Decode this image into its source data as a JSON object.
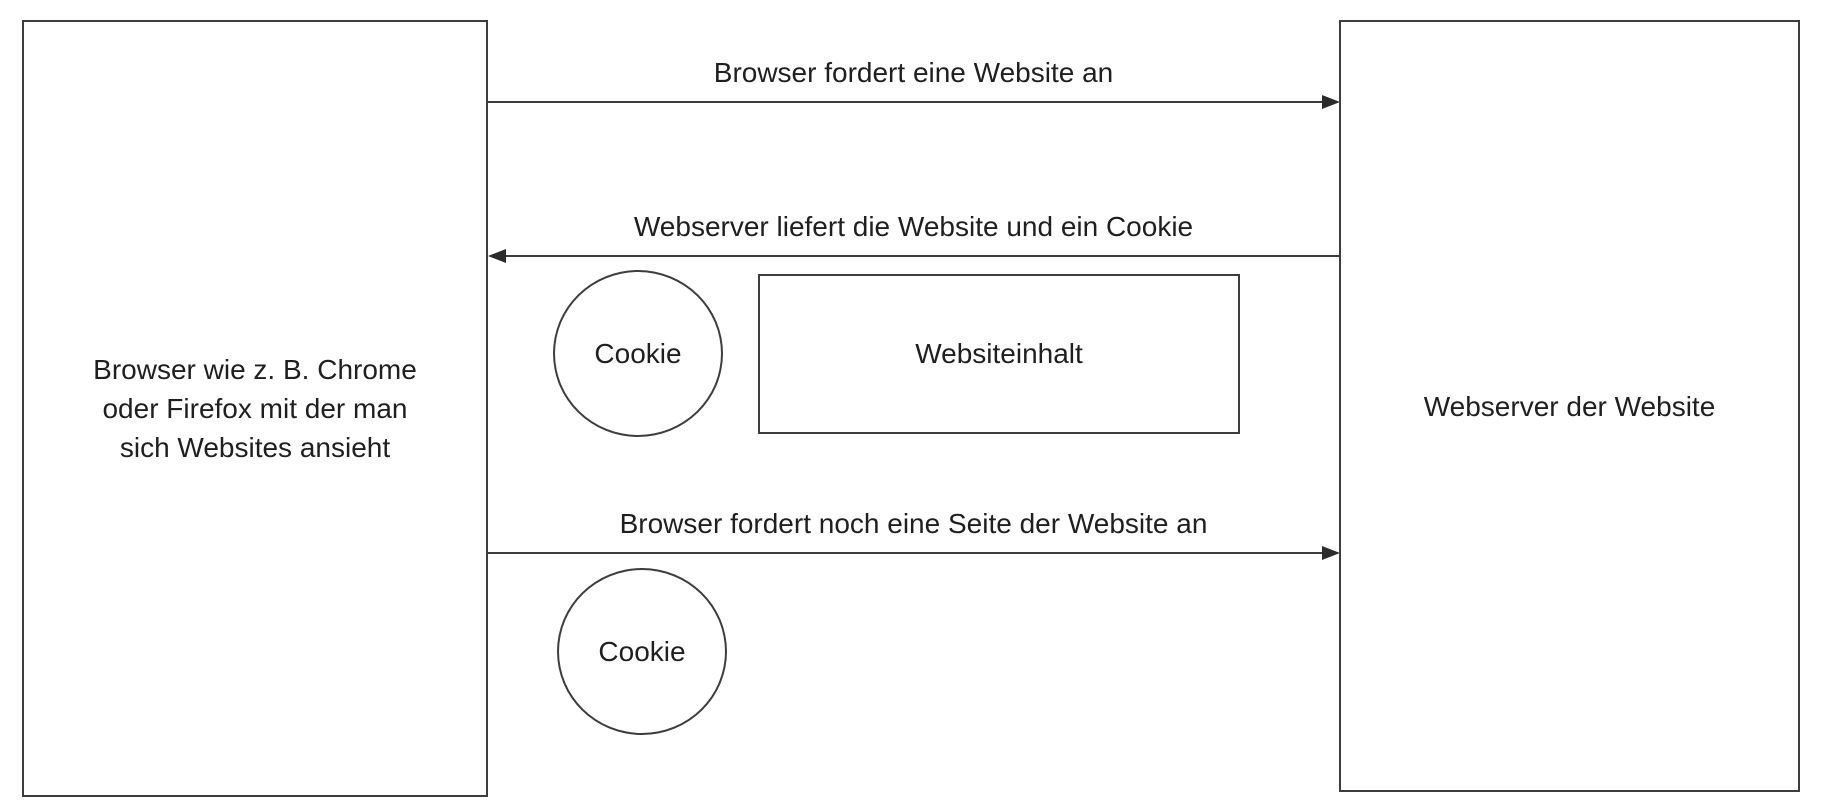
{
  "nodes": {
    "browser": {
      "label": "Browser wie z. B. Chrome\noder Firefox mit der man\nsich Websites ansieht"
    },
    "webserver": {
      "label": "Webserver der Website"
    }
  },
  "arrows": [
    {
      "label": "Browser fordert eine Website an",
      "direction": "left-to-right"
    },
    {
      "label": "Webserver liefert die Website und ein Cookie",
      "direction": "right-to-left"
    },
    {
      "label": "Browser fordert noch eine Seite der Website an",
      "direction": "left-to-right"
    }
  ],
  "shapes": {
    "cookie1": {
      "label": "Cookie"
    },
    "websiteinhalt": {
      "label": "Websiteinhalt"
    },
    "cookie2": {
      "label": "Cookie"
    }
  },
  "colors": {
    "stroke": "#3d3d3d",
    "text": "#1f1f1f",
    "background": "#ffffff"
  }
}
